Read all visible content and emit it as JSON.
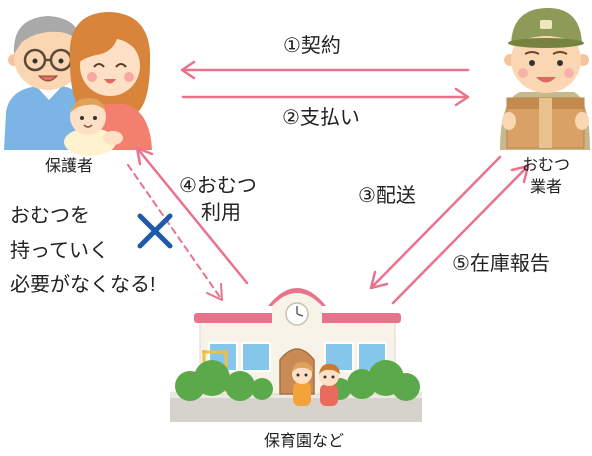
{
  "diagram": {
    "parents": {
      "label": "保護者"
    },
    "vendor": {
      "label_line1": "おむつ",
      "label_line2": "業者"
    },
    "nursery": {
      "label": "保育園など"
    }
  },
  "arrows": {
    "contract": "①契約",
    "payment": "②支払い",
    "delivery": "③配送",
    "usage_line1": "④おむつ",
    "usage_line2": "利用",
    "stock_report": "⑤在庫報告"
  },
  "note": {
    "line1": "おむつを",
    "line2": "持っていく",
    "line3": "必要がなくなる!"
  },
  "icons": {
    "parents": "family-illustration",
    "vendor": "delivery-person-illustration",
    "nursery": "nursery-building-illustration",
    "no_carry": "cross-mark-icon"
  },
  "colors": {
    "arrow": "#e9728c",
    "cross": "#1e5aa8",
    "text": "#222222"
  }
}
